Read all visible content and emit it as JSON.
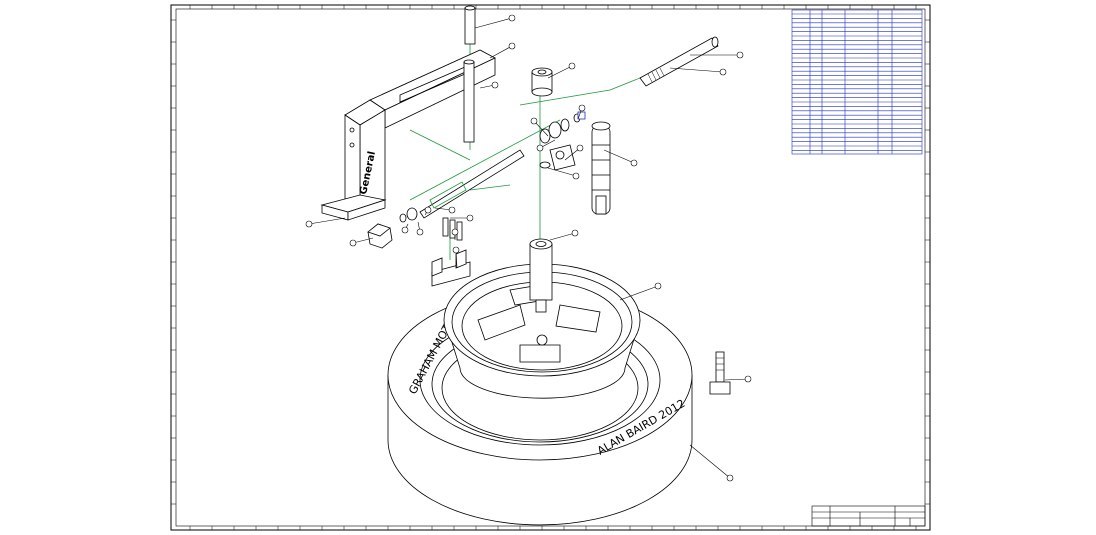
{
  "drawing": {
    "brand_text": "General",
    "tire_text_upper": "GRAHAM MOTORS",
    "tire_text_lower": "ALAN BAIRD 2012",
    "line_color": "#000000",
    "centerline_color": "#1a9a3a",
    "bom_color": "#1f2fbf"
  }
}
